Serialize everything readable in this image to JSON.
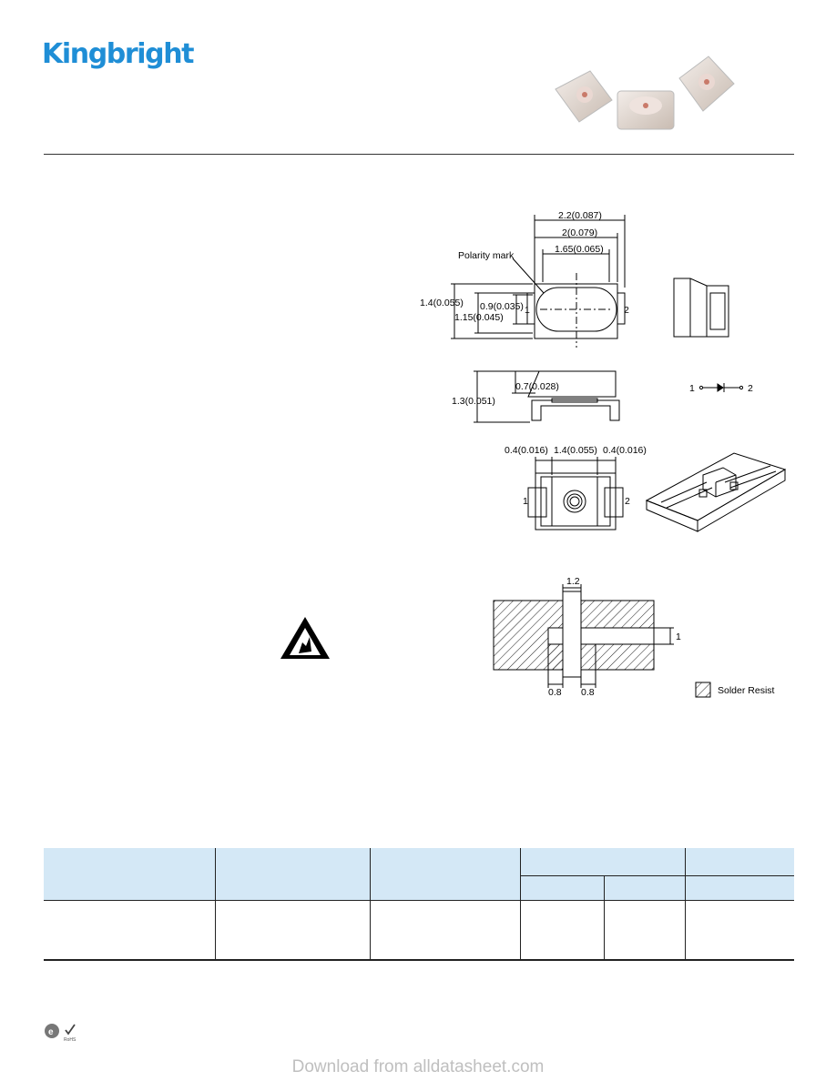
{
  "brand": {
    "logo": "Kingbright"
  },
  "drawings": {
    "top_view": {
      "dim_overall_width": "2.2(0.087)",
      "dim_body_width": "2(0.079)",
      "dim_lens_width": "1.65(0.065)",
      "polarity": "Polarity mark",
      "dim_overall_height": "1.4(0.055)",
      "dim_body_height": "1.15(0.045)",
      "dim_lens_height": "0.9(0.035)",
      "pin1": "1",
      "pin2": "2"
    },
    "side_view": {
      "dim_lens_height": "0.7(0.028)",
      "dim_total_height": "1.3(0.051)"
    },
    "schematic": {
      "pin1": "1",
      "pin2": "2"
    },
    "bottom_view": {
      "dim_pad_left": "0.4(0.016)",
      "dim_center": "1.4(0.055)",
      "dim_pad_right": "0.4(0.016)",
      "pin1": "1",
      "pin2": "2"
    },
    "pad_layout": {
      "dim_gap": "1.2",
      "dim_height": "1",
      "dim_pad_left": "0.8",
      "dim_pad_right": "0.8",
      "legend": "Solder Resist"
    }
  },
  "footer": {
    "text": "Download from alldatasheet.com"
  },
  "logos": {
    "rohs": "RoHS",
    "e": "e"
  }
}
